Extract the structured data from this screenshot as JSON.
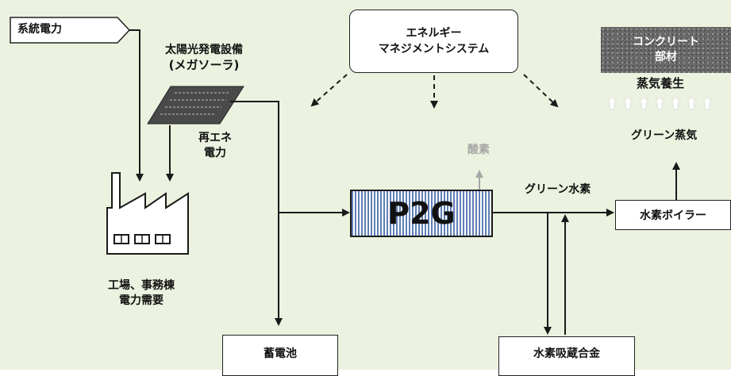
{
  "grid_power": "系統電力",
  "solar": {
    "line1": "太陽光発電設備",
    "line2": "(メガソーラ)"
  },
  "renewable_power": {
    "line1": "再エネ",
    "line2": "電力"
  },
  "factory_demand": {
    "line1": "工場、事務棟",
    "line2": "電力需要"
  },
  "ems": {
    "line1": "エネルギー",
    "line2": "マネジメントシステム"
  },
  "p2g": "P2G",
  "oxygen": "酸素",
  "green_hydrogen": "グリーン水素",
  "hydrogen_boiler": "水素ボイラー",
  "battery": "蓄電池",
  "hydrogen_alloy": "水素吸蔵合金",
  "green_steam": "グリーン蒸気",
  "steam_curing": "蒸気養生",
  "concrete": {
    "line1": "コンクリート",
    "line2": "部材"
  },
  "colors": {
    "background": "#ebf2df",
    "p2g_stripe": "#5f7fb6",
    "oxygen": "#a6a6a6",
    "line": "#1a1a1a"
  }
}
